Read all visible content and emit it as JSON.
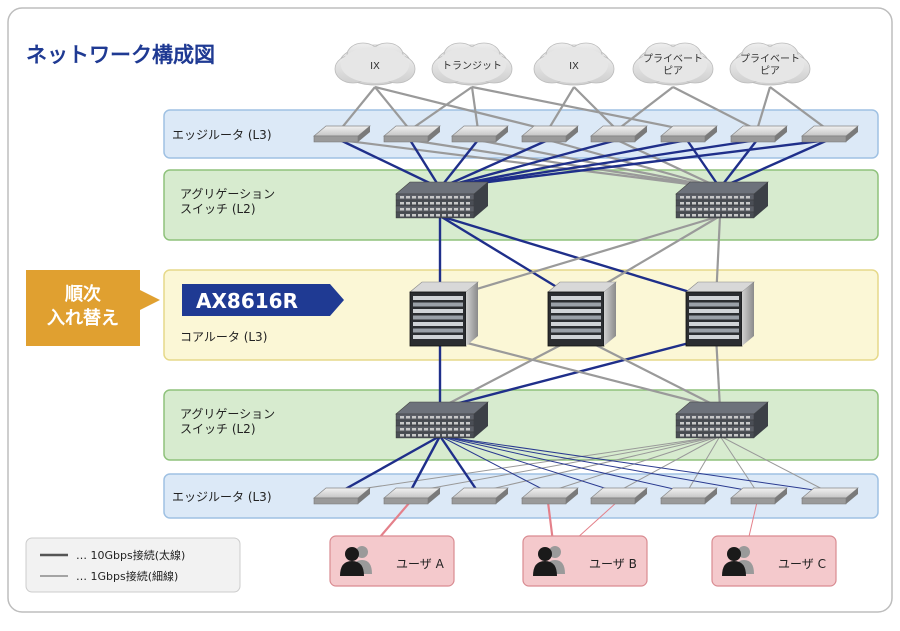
{
  "title": "ネットワーク構成図",
  "clouds": [
    "IX",
    "トランジット",
    "IX",
    "プライベート\nピア",
    "プライベート\nピア"
  ],
  "bands": {
    "edge_top": "エッジルータ (L3)",
    "agg_top": "アグリゲーション\nスイッチ (L2)",
    "core": "コアルータ (L3)",
    "agg_bottom": "アグリゲーション\nスイッチ (L2)",
    "edge_bottom": "エッジルータ (L3)"
  },
  "callout": "順次\n入れ替え",
  "product": "AX8616R",
  "users": [
    "ユーザ A",
    "ユーザ B",
    "ユーザ C"
  ],
  "legend": [
    {
      "label": "… 10Gbps接続(太線)",
      "kind": "thick"
    },
    {
      "label": "… 1Gbps接続(細線)",
      "kind": "thin"
    }
  ],
  "colors": {
    "title": "#1f3a93",
    "edge_fill": "#dce9f7",
    "edge_stroke": "#9fc1e3",
    "agg_fill": "#d7ebcf",
    "agg_stroke": "#8fc27c",
    "core_fill": "#fbf7d6",
    "core_stroke": "#e6d98a",
    "user_fill": "#f4c9cc",
    "user_stroke": "#d98b91",
    "thick_link": "#1f2f8a",
    "thin_link": "#888888",
    "callout": "#e0a030",
    "product_bg": "#1f3a93"
  }
}
